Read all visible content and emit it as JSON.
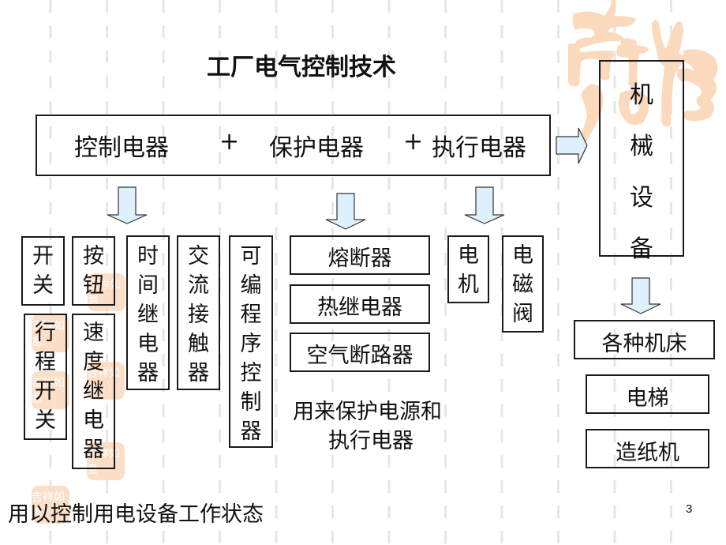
{
  "slide": {
    "title": "工厂电气控制技术",
    "page_number": "3",
    "colors": {
      "arrow_fill": "#dff0fd",
      "arrow_stroke": "#333333",
      "decoration": "#fbd9bd",
      "grid_dash": "#e6e6e6",
      "box_border": "#1a1a1a"
    }
  },
  "main_box": {
    "control": "控制电器",
    "plus1": "+",
    "protect": "保护电器",
    "plus2": "+",
    "execute": "执行电器"
  },
  "machinery_box": {
    "chars": [
      "机",
      "械",
      "设",
      "备"
    ]
  },
  "control_items": [
    {
      "label": "开关",
      "chars": [
        "开",
        "关"
      ]
    },
    {
      "label": "按钮",
      "chars": [
        "按",
        "钮"
      ]
    },
    {
      "label": "时间继电器",
      "chars": [
        "时",
        "间",
        "继",
        "电",
        "器"
      ]
    },
    {
      "label": "交流接触器",
      "chars": [
        "交",
        "流",
        "接",
        "触",
        "器"
      ]
    },
    {
      "label": "可编程序控制器",
      "chars": [
        "可",
        "编",
        "程",
        "序",
        "控",
        "制",
        "器"
      ]
    },
    {
      "label": "行程开关",
      "chars": [
        "行",
        "程",
        "开",
        "关"
      ]
    },
    {
      "label": "速度继电器",
      "chars": [
        "速",
        "度",
        "继",
        "电",
        "器"
      ]
    }
  ],
  "protection_items": [
    "熔断器",
    "热继电器",
    "空气断路器"
  ],
  "protection_note": {
    "line1": "用来保护电源和",
    "line2": "执行电器"
  },
  "execution_items": [
    {
      "label": "电机",
      "chars": [
        "电",
        "机"
      ]
    },
    {
      "label": "电磁阀",
      "chars": [
        "电",
        "磁",
        "阀"
      ]
    }
  ],
  "machine_examples": [
    "各种机床",
    "电梯",
    "造纸机"
  ],
  "control_note": "用以控制用电设备工作状态",
  "decoration": {
    "large_seal": [
      "吉",
      "祥",
      "如",
      "意"
    ],
    "small_seal": "吉祥如意"
  }
}
